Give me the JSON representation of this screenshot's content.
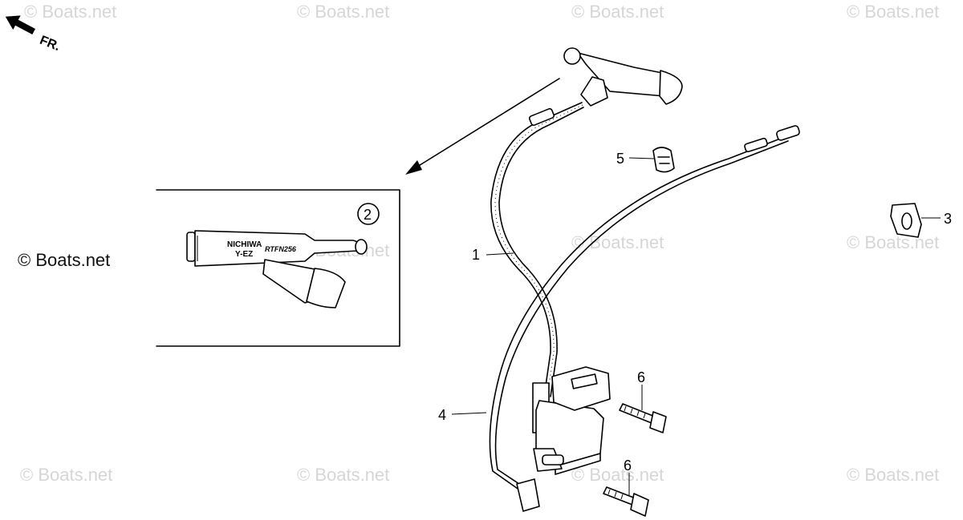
{
  "watermark": {
    "text": "© Boats.net",
    "prominent_text": "© Boats.net"
  },
  "orientation": {
    "label": "FR.",
    "icon": "front-direction-arrow-icon"
  },
  "inset": {
    "circled_callout": "2",
    "cap_text_line1": "NICHIWA",
    "cap_text_line2": "Y-EZ",
    "cap_part_code": "RTFN256"
  },
  "callouts": {
    "c1": "1",
    "c3": "3",
    "c4": "4",
    "c5": "5",
    "c6a": "6",
    "c6b": "6"
  }
}
